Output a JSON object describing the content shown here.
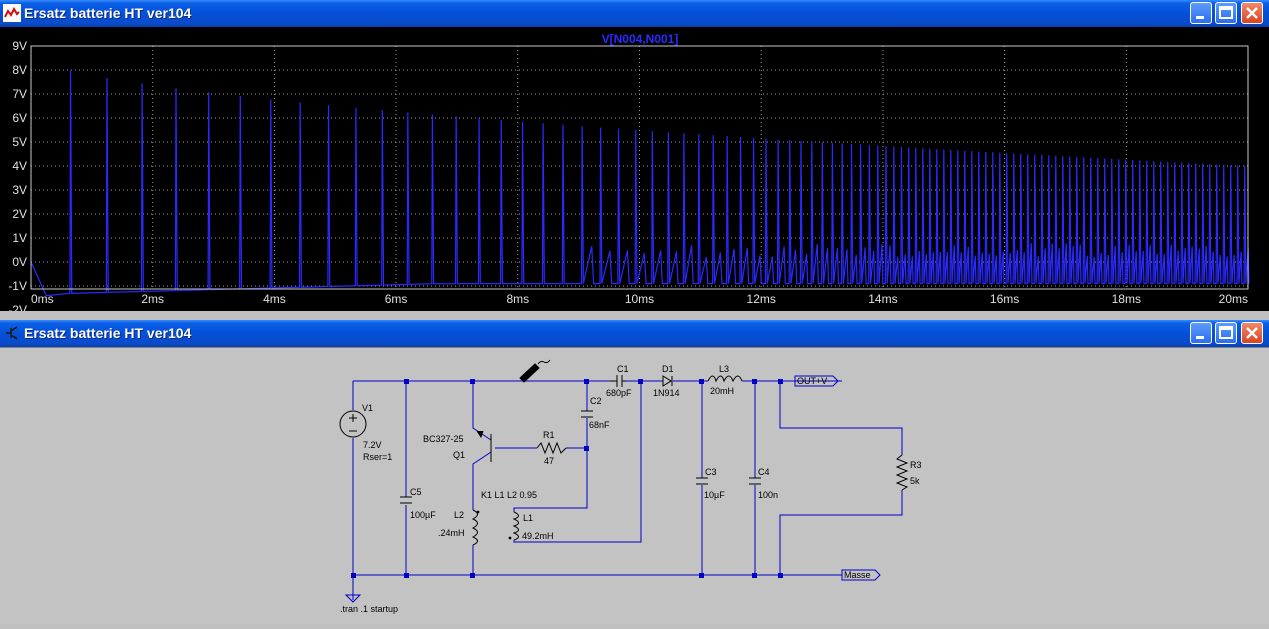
{
  "waveform_window": {
    "title": "Ersatz batterie HT ver104",
    "trace_label": "V[N004,N001]",
    "y_ticks": [
      "9V",
      "8V",
      "7V",
      "6V",
      "5V",
      "4V",
      "3V",
      "2V",
      "1V",
      "0V",
      "-1V",
      "-2V"
    ],
    "x_ticks": [
      "0ms",
      "2ms",
      "4ms",
      "6ms",
      "8ms",
      "10ms",
      "12ms",
      "14ms",
      "16ms",
      "18ms",
      "20ms"
    ]
  },
  "schematic_window": {
    "title": "Ersatz batterie HT ver104",
    "components": {
      "v1_name": "V1",
      "v1_value": "7.2V",
      "v1_rser": "Rser=1",
      "c5_name": "C5",
      "c5_value": "100µF",
      "q1_model": "BC327-25",
      "q1_name": "Q1",
      "r1_name": "R1",
      "r1_value": "47",
      "c2_name": "C2",
      "c2_value": "68nF",
      "c1_name": "C1",
      "c1_value": "680pF",
      "d1_name": "D1",
      "d1_value": "1N914",
      "l3_name": "L3",
      "l3_value": "20mH",
      "k1_directive": "K1 L1 L2  0.95",
      "l2_name": "L2",
      "l2_value": ".24mH",
      "l1_name": "L1",
      "l1_value": "49.2mH",
      "c3_name": "C3",
      "c3_value": "10µF",
      "c4_name": "C4",
      "c4_value": "100n",
      "r3_name": "R3",
      "r3_value": "5k",
      "out_label": "OUT+V",
      "gnd_label": "Masse",
      "tran_directive": ".tran .1 startup"
    }
  },
  "colors": {
    "trace": "#2a2aff",
    "wire": "#0000c8",
    "titlebar": "#0550d8",
    "grid": "#9a9a9a"
  }
}
